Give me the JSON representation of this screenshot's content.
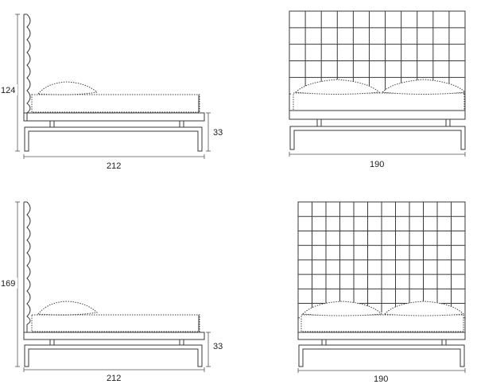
{
  "drawings": [
    {
      "name": "bed-low-headboard",
      "side": {
        "height": "124",
        "bed_height": "33",
        "length": "212"
      },
      "front": {
        "width": "190"
      }
    },
    {
      "name": "bed-high-headboard",
      "side": {
        "height": "169",
        "bed_height": "33",
        "length": "212"
      },
      "front": {
        "width": "190"
      }
    }
  ]
}
